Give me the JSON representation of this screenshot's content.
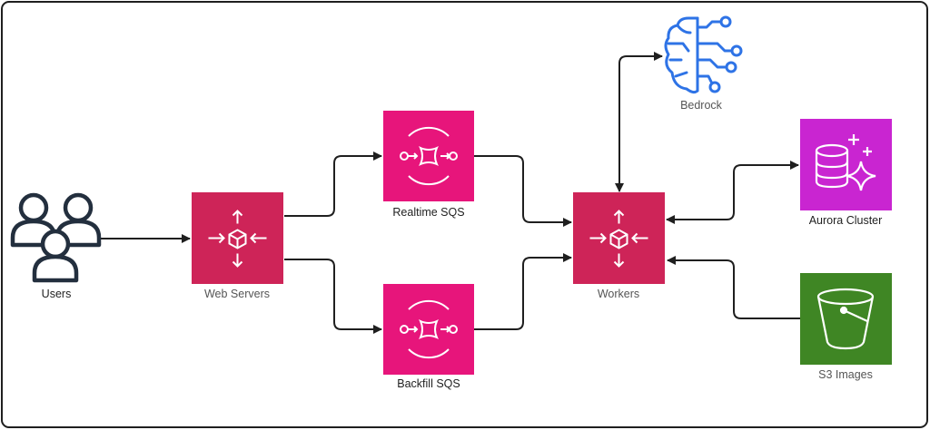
{
  "diagram": {
    "nodes": [
      {
        "id": "users",
        "label": "Users",
        "icon": "users-icon"
      },
      {
        "id": "web",
        "label": "Web Servers",
        "icon": "elastic-load-balancing-icon",
        "color": "#CE2458"
      },
      {
        "id": "rt",
        "label": "Realtime SQS",
        "icon": "sqs-queue-icon",
        "color": "#E7157B"
      },
      {
        "id": "bf",
        "label": "Backfill SQS",
        "icon": "sqs-queue-icon",
        "color": "#E7157B"
      },
      {
        "id": "wk",
        "label": "Workers",
        "icon": "elastic-load-balancing-icon",
        "color": "#CE2458"
      },
      {
        "id": "bedrock",
        "label": "Bedrock",
        "icon": "bedrock-brain-icon",
        "color": "#3B82F6"
      },
      {
        "id": "aurora",
        "label": "Aurora Cluster",
        "icon": "aurora-database-icon",
        "color": "#C925D1"
      },
      {
        "id": "s3",
        "label": "S3 Images",
        "icon": "s3-bucket-icon",
        "color": "#3F8624"
      }
    ],
    "edges": [
      {
        "from": "users",
        "to": "web"
      },
      {
        "from": "web",
        "to": "rt"
      },
      {
        "from": "web",
        "to": "bf"
      },
      {
        "from": "rt",
        "to": "wk"
      },
      {
        "from": "bf",
        "to": "wk"
      },
      {
        "from": "wk",
        "to": "bedrock",
        "bidirectional": true
      },
      {
        "from": "wk",
        "to": "aurora",
        "bidirectional": true
      },
      {
        "from": "s3",
        "to": "wk"
      }
    ]
  }
}
